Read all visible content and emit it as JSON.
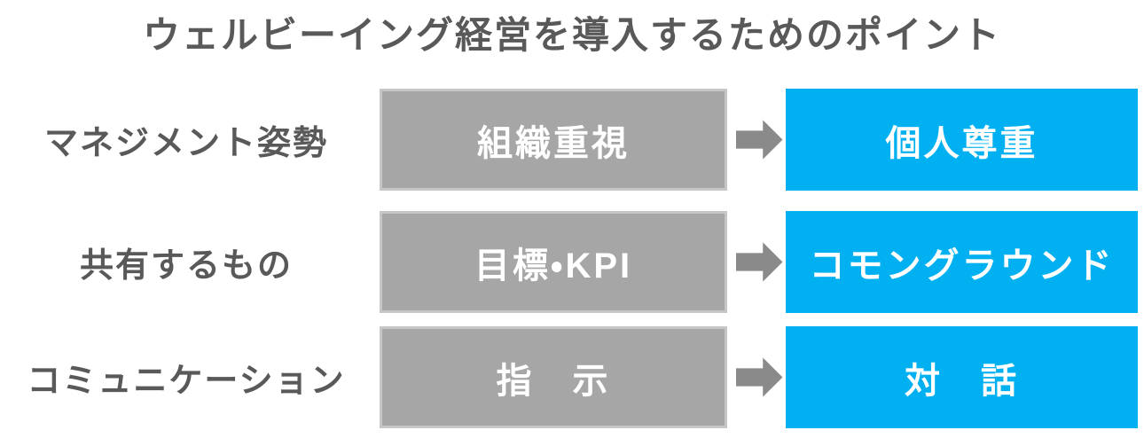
{
  "title": "ウェルビーイング経営を導入するためのポイント",
  "colors": {
    "text_dark": "#595959",
    "gray_box": "#a6a6a6",
    "gray_border": "#c6c6c6",
    "blue_box": "#00b0f0",
    "arrow": "#8a8a8a",
    "text_white": "#ffffff"
  },
  "rows": [
    {
      "label": "マネジメント姿勢",
      "before": "組織重視",
      "after": "個人尊重"
    },
    {
      "label": "共有するもの",
      "before": "目標・KPI",
      "after": "コモングラウンド"
    },
    {
      "label": "コミュニケーション",
      "before": "指　示",
      "after": "対　話"
    }
  ]
}
